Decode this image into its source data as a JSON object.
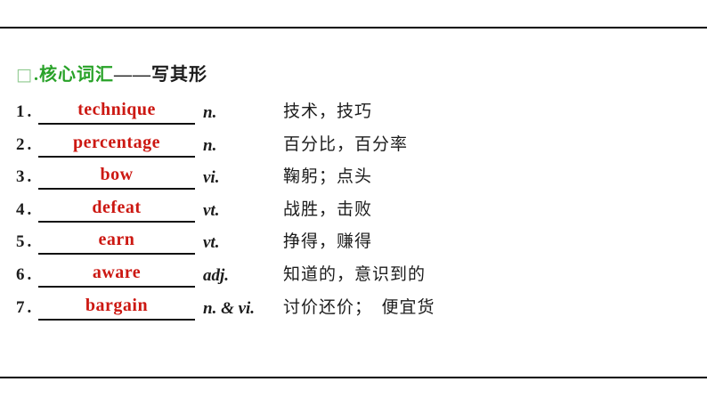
{
  "page": {
    "background": "#ffffff",
    "rule_color": "#000000"
  },
  "colors": {
    "green": "#28a228",
    "marker_green": "#8fca8f",
    "word_red": "#cc1812",
    "text": "#1c1c1c"
  },
  "header": {
    "marker": "□",
    "title_green": ".核心词汇",
    "title_black": "——写其形"
  },
  "list": {
    "items": [
      {
        "num": "1.",
        "word": "technique",
        "pos": "n.",
        "meaning": "技术，技巧"
      },
      {
        "num": "2.",
        "word": "percentage",
        "pos": "n.",
        "meaning": "百分比，百分率"
      },
      {
        "num": "3.",
        "word": "bow",
        "pos": "vi.",
        "meaning": "鞠躬；点头"
      },
      {
        "num": "4.",
        "word": "defeat",
        "pos": "vt.",
        "meaning": "战胜，击败"
      },
      {
        "num": "5.",
        "word": "earn",
        "pos": "vt.",
        "meaning": "挣得，赚得"
      },
      {
        "num": "6.",
        "word": "aware",
        "pos": "adj.",
        "meaning": "知道的，意识到的"
      },
      {
        "num": "7.",
        "word": "bargain",
        "pos": "n. & vi.",
        "meaning": "讨价还价；　便宜货"
      }
    ]
  }
}
